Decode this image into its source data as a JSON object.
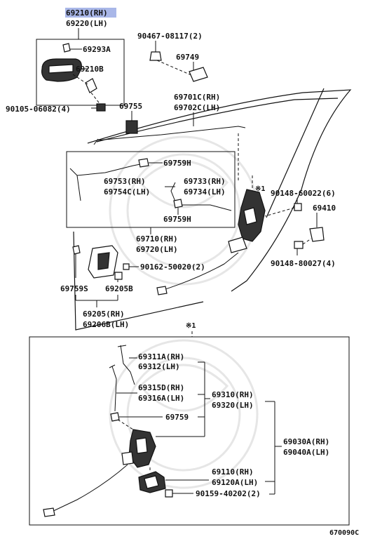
{
  "labels": {
    "p69210": "69210(RH)",
    "p69220": "69220(LH)",
    "p69293A": "69293A",
    "p69210B": "69210B",
    "p90105": "90105-06082(4)",
    "p90467": "90467-08117(2)",
    "p69749": "69749",
    "p69755": "69755",
    "p69701C": "69701C(RH)",
    "p69702C": "69702C(LH)",
    "p69759H_a": "69759H",
    "p69753": "69753(RH)",
    "p69754C": "69754C(LH)",
    "p69733": "69733(RH)",
    "p69734": "69734(LH)",
    "p69759H_b": "69759H",
    "p69710": "69710(RH)",
    "p69720": "69720(LH)",
    "star1a": "※1",
    "p90148_6": "90148-60022(6)",
    "p69410": "69410",
    "p90148_4": "90148-80027(4)",
    "p90162": "90162-50020(2)",
    "p69759S": "69759S",
    "p69205B": "69205B",
    "p69205": "69205(RH)",
    "p69206B": "69206B(LH)",
    "star1b": "※1",
    "p69311A": "69311A(RH)",
    "p69312": "69312(LH)",
    "p69315D": "69315D(RH)",
    "p69316A": "69316A(LH)",
    "p69759": "69759",
    "p69310": "69310(RH)",
    "p69320": "69320(LH)",
    "p69030A": "69030A(RH)",
    "p69040A": "69040A(LH)",
    "p69110": "69110(RH)",
    "p69120A": "69120A(LH)",
    "p90159": "90159-40202(2)",
    "figcode": "670090C"
  },
  "colors": {
    "highlight": "#a9b7e8",
    "line": "#111111",
    "watermark": "#e6e6e6"
  }
}
